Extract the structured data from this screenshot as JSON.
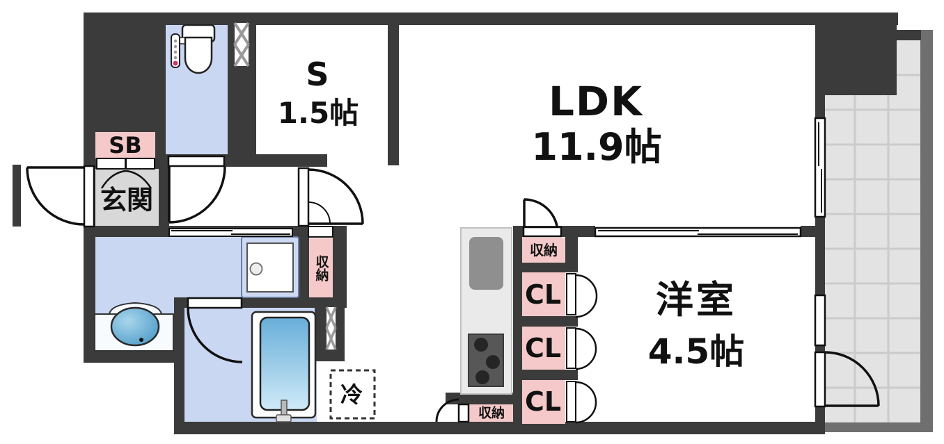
{
  "floorplan": {
    "rooms": {
      "service_room": {
        "label": "S",
        "size": "1.5帖"
      },
      "ldk": {
        "label": "LDK",
        "size": "11.9帖"
      },
      "western_room": {
        "label": "洋室",
        "size": "4.5帖"
      },
      "entrance": {
        "label": "玄関"
      },
      "shoe_box": {
        "label": "SB"
      }
    },
    "storages": [
      {
        "label": "収納",
        "location": "ldk-side"
      },
      {
        "label": "収納",
        "location": "hall-side"
      },
      {
        "label": "収納",
        "location": "kitchen-side"
      }
    ],
    "closets": [
      {
        "label": "CL"
      },
      {
        "label": "CL"
      },
      {
        "label": "CL"
      }
    ],
    "refrigerator": {
      "label": "冷"
    },
    "colors": {
      "wall": "#3b3b3b",
      "room_blue": "#c9d7f3",
      "accent_pink": "#f5c9c9",
      "entrance_gray": "#d8d8d8",
      "balcony_tile": "#e3e3e3",
      "tile_grout": "#cbcbcb",
      "railing_gray": "#6f6f6f",
      "tub_blue_dark": "#68aed8",
      "tub_blue_light": "#cfeaf8"
    }
  }
}
